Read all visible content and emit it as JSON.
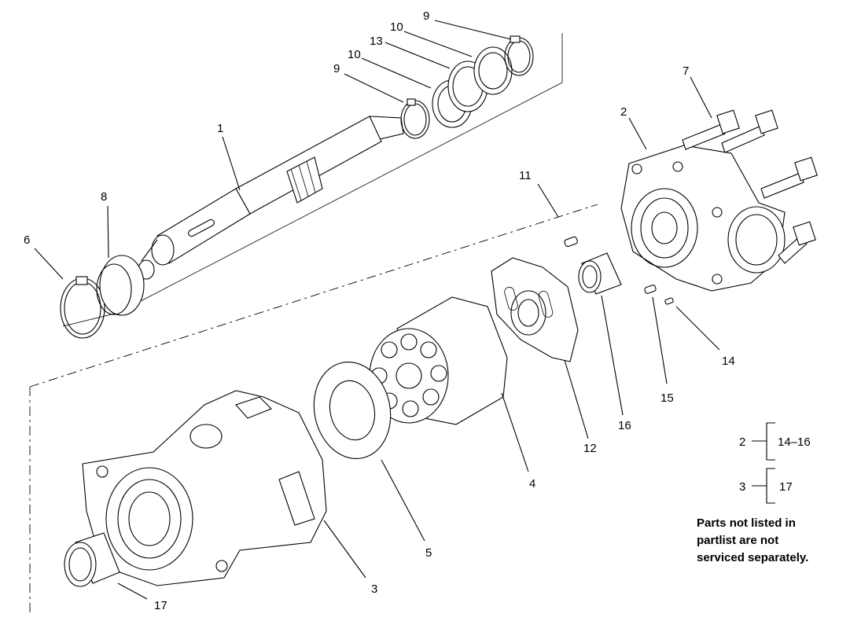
{
  "callouts": {
    "c1": "1",
    "c2": "2",
    "c3": "3",
    "c4": "4",
    "c5": "5",
    "c6": "6",
    "c7": "7",
    "c8": "8",
    "c9a": "9",
    "c9b": "9",
    "c10a": "10",
    "c10b": "10",
    "c11": "11",
    "c12": "12",
    "c13": "13",
    "c14": "14",
    "c15": "15",
    "c16": "16",
    "c17": "17"
  },
  "groups": {
    "g1_parent": "2",
    "g1_children": "14–16",
    "g2_parent": "3",
    "g2_children": "17"
  },
  "note": {
    "line1": "Parts not listed in",
    "line2": "partlist are not",
    "line3": "serviced separately."
  }
}
